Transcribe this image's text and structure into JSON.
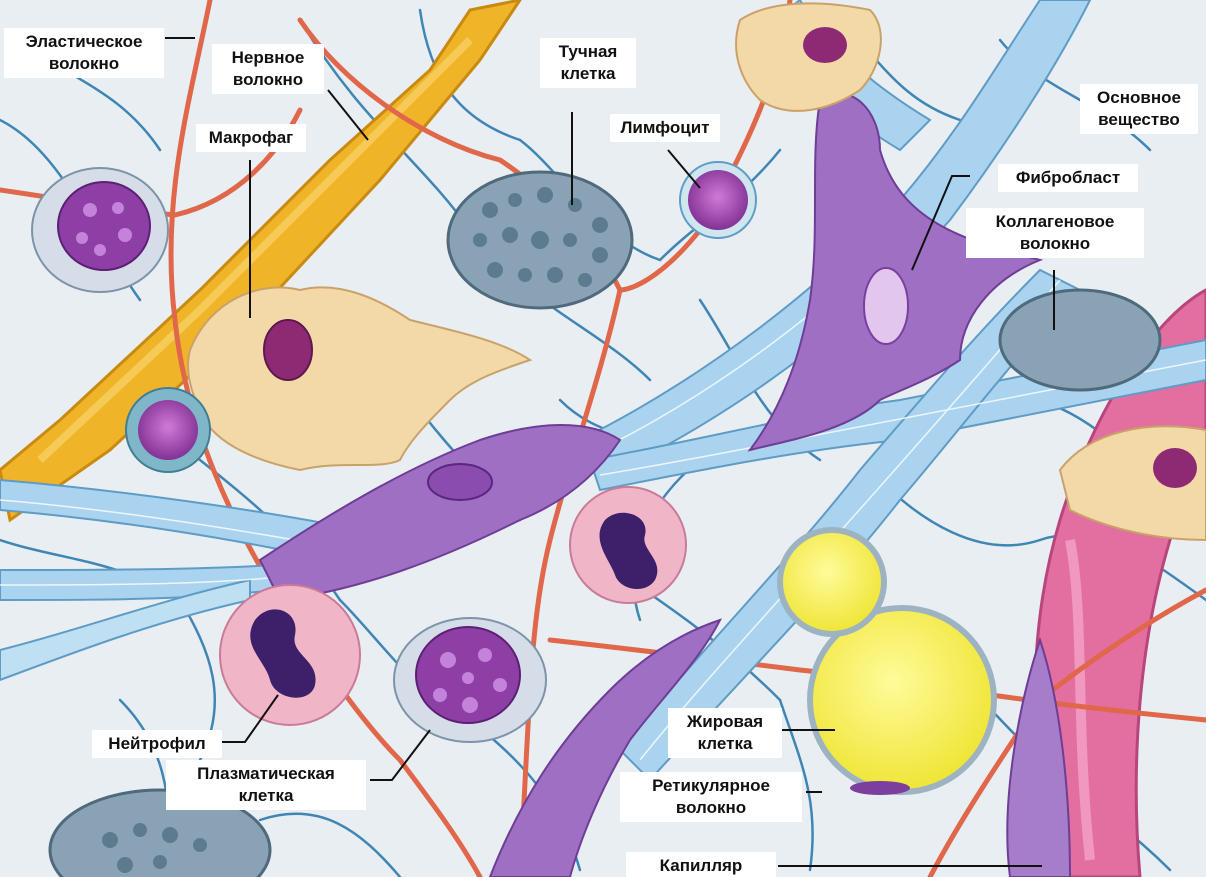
{
  "labels": {
    "elastic_fiber": [
      "Эластическое",
      "волокно"
    ],
    "nerve_fiber": [
      "Нервное",
      "волокно"
    ],
    "macrophage": "Макрофаг",
    "mast_cell": [
      "Тучная",
      "клетка"
    ],
    "lymphocyte": "Лимфоцит",
    "ground_substance": [
      "Основное",
      "вещество"
    ],
    "fibroblast": "Фибробласт",
    "collagen_fiber": [
      "Коллагеновое",
      "волокно"
    ],
    "neutrophil": "Нейтрофил",
    "plasma_cell": [
      "Плазматическая",
      "клетка"
    ],
    "fat_cell": [
      "Жировая",
      "клетка"
    ],
    "reticular_fiber": [
      "Ретикулярное",
      "волокно"
    ],
    "capillary": "Капилляр"
  },
  "colors": {
    "ground": "#e9eef3",
    "reticular": "#3f86b5",
    "elastic": "#e0674a",
    "nerve": "#f0b428",
    "collagen": "#a9d3ee",
    "fibroblast": "#9f6fc4",
    "macrophage": "#f4d9a8",
    "mast": "#8aa3b4",
    "neutrophil": "#f0b6c8",
    "fat": "#f6f04a",
    "capillary": "#e36fa0"
  }
}
